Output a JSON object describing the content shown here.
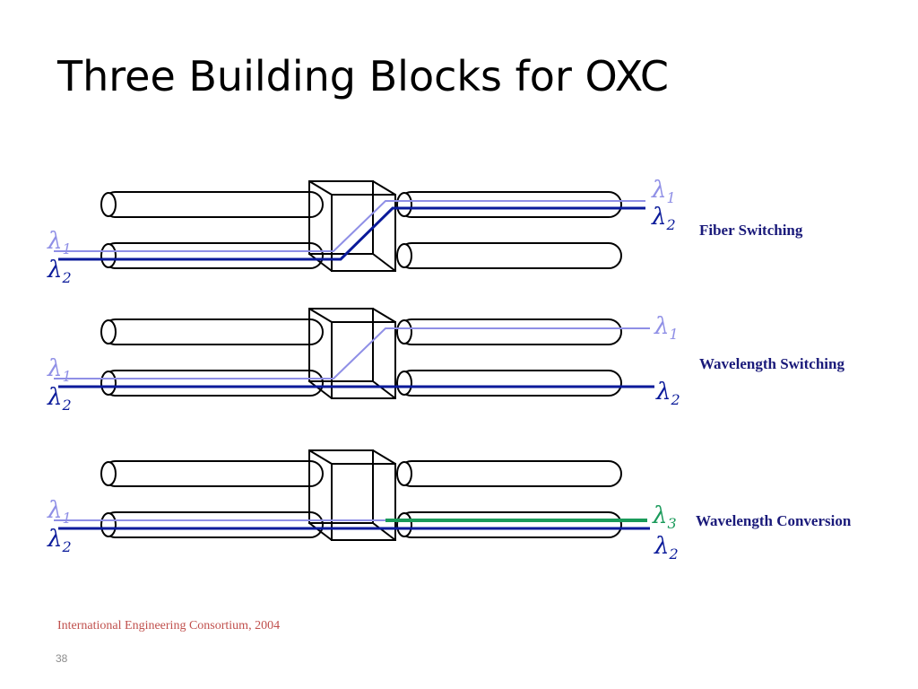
{
  "slide": {
    "title": "Three Building Blocks for OXC",
    "caption": "International Engineering Consortium, 2004",
    "page_number": "38"
  },
  "diagram": {
    "wavelength_symbol": "λ",
    "colors": {
      "lambda1": "#8f8fe6",
      "lambda2": "#0a1a9a",
      "lambda3": "#1a9a5a",
      "outline": "#000000",
      "label": "#1a1a7a"
    },
    "panels": [
      {
        "label": "Fiber Switching",
        "in_labels": [
          {
            "index": "1",
            "color": "lambda1"
          },
          {
            "index": "2",
            "color": "lambda2"
          }
        ],
        "out_labels": [
          {
            "index": "1",
            "color": "lambda1"
          },
          {
            "index": "2",
            "color": "lambda2"
          }
        ]
      },
      {
        "label": "Wavelength Switching",
        "in_labels": [
          {
            "index": "1",
            "color": "lambda1"
          },
          {
            "index": "2",
            "color": "lambda2"
          }
        ],
        "out_labels": [
          {
            "index": "1",
            "color": "lambda1"
          },
          {
            "index": "2",
            "color": "lambda2"
          }
        ]
      },
      {
        "label": "Wavelength Conversion",
        "in_labels": [
          {
            "index": "1",
            "color": "lambda1"
          },
          {
            "index": "2",
            "color": "lambda2"
          }
        ],
        "out_labels": [
          {
            "index": "3",
            "color": "lambda3"
          },
          {
            "index": "2",
            "color": "lambda2"
          }
        ]
      }
    ]
  }
}
